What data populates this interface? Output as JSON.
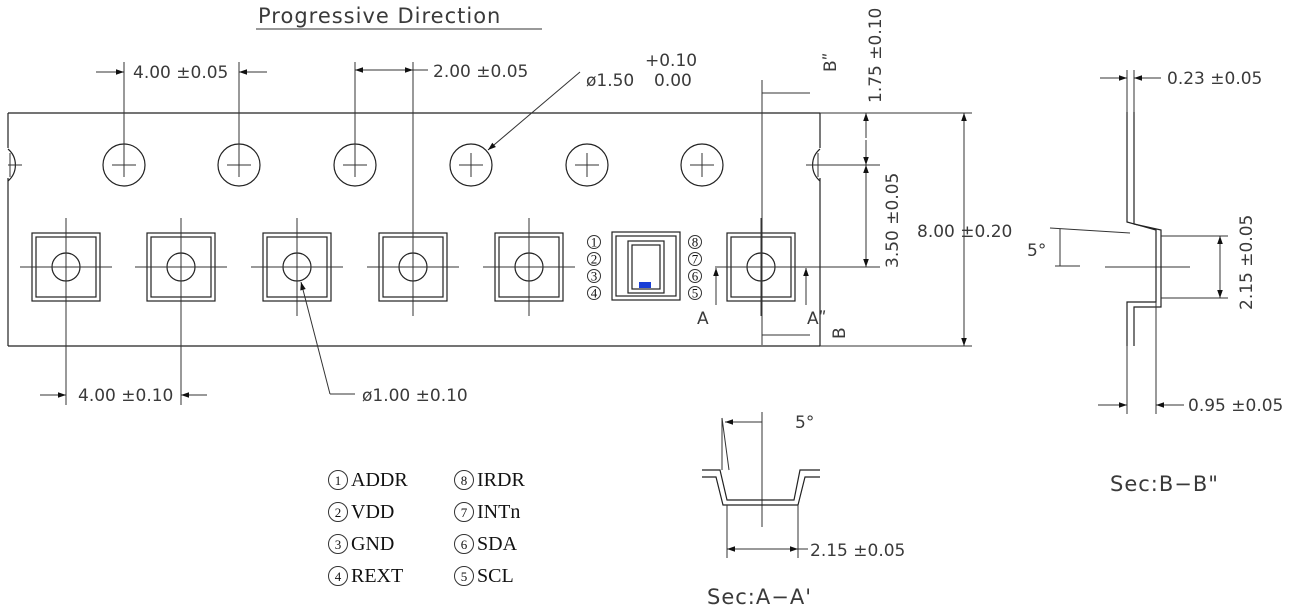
{
  "title": "Progressive Direction",
  "dimensions": {
    "sprocket_pitch": "4.00 ±0.05",
    "pocket_offset": "2.00 ±0.05",
    "hole_dia": "ø1.50",
    "hole_tol_plus": "+0.10",
    "hole_tol_minus": "0.00",
    "edge_to_hole": "1.75 ±0.10",
    "hole_to_pocket": "3.50 ±0.05",
    "tape_width": "8.00 ±0.20",
    "pocket_pitch": "4.00 ±0.10",
    "pocket_hole_dia": "ø1.00 ±0.10",
    "wall_thickness": "0.23 ±0.05",
    "draft_angle_b": "5°",
    "pocket_depth_b": "2.15 ±0.05",
    "pocket_flange_b": "0.95 ±0.05",
    "draft_angle_a": "5°",
    "pocket_depth_a": "2.15 ±0.05"
  },
  "section_labels": {
    "b_top": "Bʺ",
    "b_bottom": "B",
    "a_left": "A",
    "a_right": "Aʺ"
  },
  "sections": {
    "aa": "Sec:A−A'",
    "bb": "Sec:B−B\""
  },
  "pins_left": [
    {
      "num": "1",
      "name": "ADDR"
    },
    {
      "num": "2",
      "name": "VDD"
    },
    {
      "num": "3",
      "name": "GND"
    },
    {
      "num": "4",
      "name": "REXT"
    }
  ],
  "pins_right": [
    {
      "num": "8",
      "name": "IRDR"
    },
    {
      "num": "7",
      "name": "INTn"
    },
    {
      "num": "6",
      "name": "SDA"
    },
    {
      "num": "5",
      "name": "SCL"
    }
  ],
  "colors": {
    "line": "#222222",
    "text": "#3a3a3a",
    "die_marker": "#1a3fd6"
  }
}
